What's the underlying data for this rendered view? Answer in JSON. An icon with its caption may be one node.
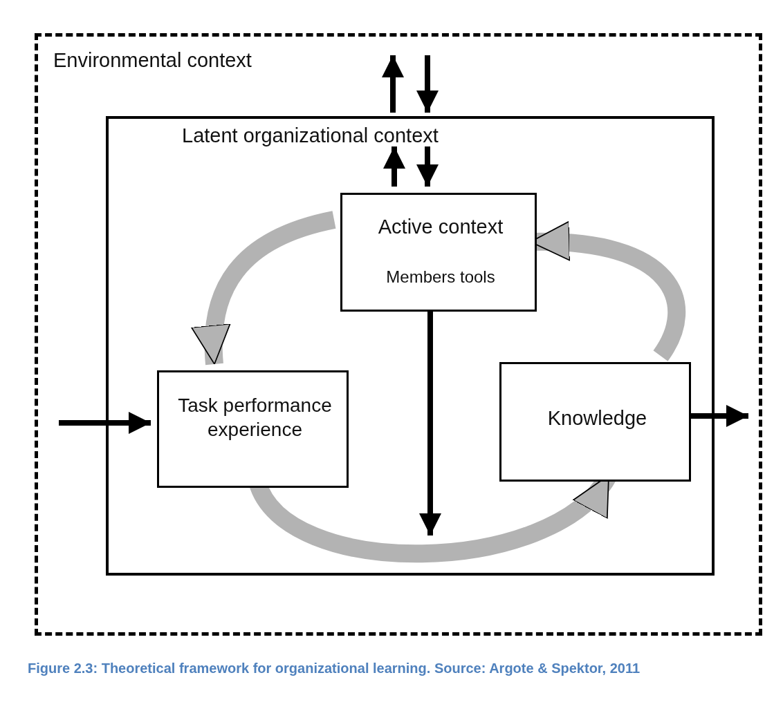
{
  "diagram": {
    "caption": "Figure 2.3: Theoretical framework for organizational learning. Source: Argote & Spektor, 2011",
    "nodes": [
      {
        "text": [
          "Environmental context"
        ]
      },
      {
        "text": [
          "Latent organizational context"
        ],
        "in": 0
      },
      {
        "text": [
          "Active context",
          "Members tools"
        ],
        "in": 1
      },
      {
        "text": [
          "Task performance experience"
        ],
        "in": 1
      },
      {
        "text": [
          "Knowledge"
        ],
        "in": 1
      }
    ],
    "edges": [
      {
        "from": 1,
        "to": 0,
        "arrow": "to"
      },
      {
        "from": 0,
        "to": 1,
        "arrow": "to"
      },
      {
        "from": 2,
        "to": 1,
        "arrow": "to"
      },
      {
        "from": 1,
        "to": 2,
        "arrow": "to"
      },
      {
        "from": 2,
        "to": 3,
        "arrow": "to",
        "style": "thick",
        "color": "#b3b3b3"
      },
      {
        "from": 4,
        "to": 2,
        "arrow": "to",
        "style": "thick",
        "color": "#b3b3b3"
      },
      {
        "from": 3,
        "to": 4,
        "arrow": "to",
        "style": "thick",
        "color": "#b3b3b3"
      },
      {
        "from": 2,
        "to": null,
        "arrow": "to"
      },
      {
        "from": null,
        "to": 3,
        "arrow": "to"
      },
      {
        "from": 4,
        "to": null,
        "arrow": "to"
      }
    ]
  }
}
